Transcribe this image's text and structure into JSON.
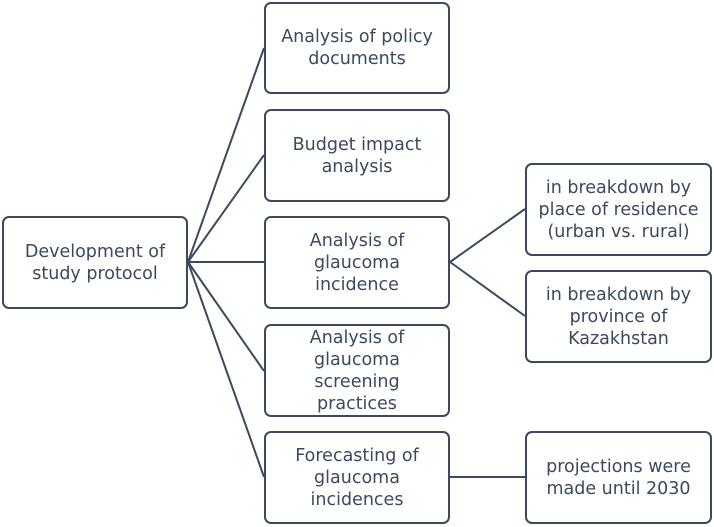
{
  "diagram": {
    "root": {
      "label": "Development of\nstudy protocol"
    },
    "branches": [
      {
        "label": "Analysis of policy\ndocuments"
      },
      {
        "label": "Budget impact\nanalysis"
      },
      {
        "label": "Analysis of\nglaucoma\nincidence"
      },
      {
        "label": "Analysis of\nglaucoma\nscreening practices"
      },
      {
        "label": "Forecasting of\nglaucoma\nincidences"
      }
    ],
    "sub_branches": [
      {
        "label": "in breakdown by\nplace of residence\n(urban vs. rural)"
      },
      {
        "label": "in breakdown by\nprovince of\nKazakhstan"
      },
      {
        "label": "projections were\nmade until 2030"
      }
    ]
  },
  "colors": {
    "stroke": "#3b4a5c",
    "text": "#3b4a5c",
    "fill": "#ffffff"
  }
}
